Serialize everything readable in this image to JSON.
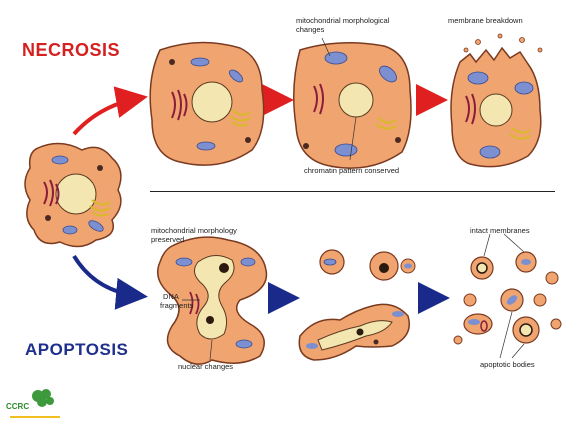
{
  "titles": {
    "necrosis": "NECROSIS",
    "apoptosis": "APOPTOSIS"
  },
  "labels": {
    "mito_changes_1": "mitochondrial morphological",
    "mito_changes_2": "changes",
    "membrane_breakdown": "membrane breakdown",
    "chromatin": "chromatin pattern conserved",
    "mito_preserved_1": "mitochondrial morphology",
    "mito_preserved_2": "preserved",
    "dna_1": "DNA",
    "dna_2": "fragments",
    "nuclear_changes": "nuclear changes",
    "intact_membranes": "intact membranes",
    "apoptotic_bodies": "apoptotic bodies"
  },
  "logo": {
    "text": "CCRC"
  },
  "colors": {
    "necrosis_title": "#d42020",
    "apoptosis_title": "#1f2f8c",
    "necrosis_arrow": "#e02020",
    "apoptosis_arrow": "#1a2a8a",
    "cell_fill": "#f0a470",
    "cell_stroke": "#7a3a20",
    "nucleus_fill": "#f3e6b0",
    "mito_fill": "#7c8fd0",
    "er_color": "#8a1c3c",
    "golgi_color": "#d9b82a"
  }
}
